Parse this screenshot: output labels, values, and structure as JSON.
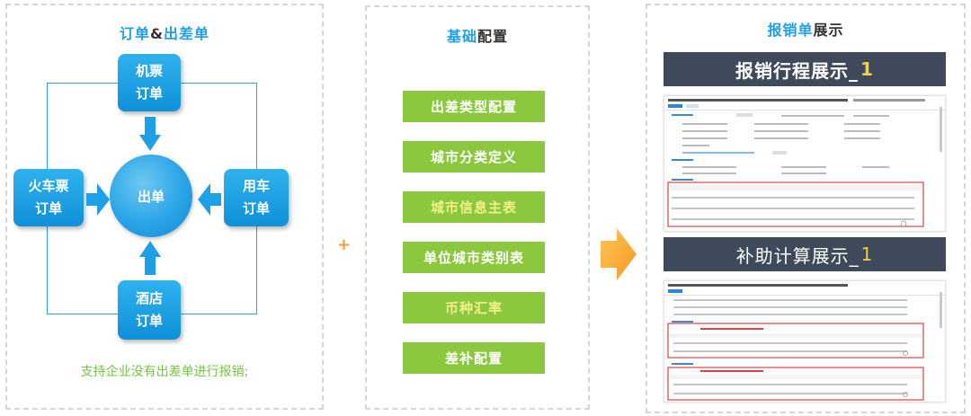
{
  "panel1": {
    "title_part1": "订单",
    "title_amp": "&",
    "title_part2": "出差单",
    "center": "出单",
    "boxes": {
      "flight": "机票\n订单",
      "train": "火车票\n订单",
      "car": "用车\n订单",
      "hotel": "酒店\n订单"
    },
    "note": "支持企业没有出差单进行报销;"
  },
  "panel2": {
    "title_part1": "基础",
    "title_part2": "配置",
    "items": [
      {
        "label": "出差类型配置",
        "highlight": false
      },
      {
        "label": "城市分类定义",
        "highlight": false
      },
      {
        "label": "城市信息主表",
        "highlight": true
      },
      {
        "label": "单位城市类别表",
        "highlight": false
      },
      {
        "label": "币种汇率",
        "highlight": true
      },
      {
        "label": "差补配置",
        "highlight": false
      }
    ]
  },
  "plus": "+",
  "panel3": {
    "title_part1": "报销单",
    "title_part2": "展示",
    "header1": {
      "text": "报销行程展示_",
      "num": "1"
    },
    "header2": {
      "text": "补助计算展示_",
      "num": "1"
    }
  },
  "colors": {
    "blue": "#1ea0e6",
    "dark": "#333333",
    "green": "#8cc83e",
    "orange": "#f0a030",
    "red": "#e04040"
  }
}
